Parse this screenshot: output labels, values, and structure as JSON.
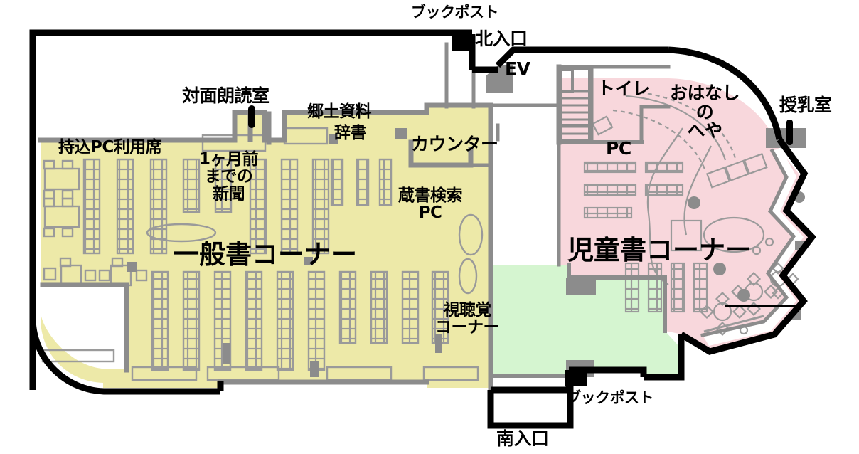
{
  "plan": {
    "title": "図書館フロアマップ",
    "colors": {
      "general_area": "#ede9a8",
      "children_area": "#f8d7dc",
      "av_area": "#d5f5d0",
      "wall_outer": "#000000",
      "wall_inner": "#8c8c8c",
      "fixture_stroke": "#9a9a9a",
      "marker": "#000000",
      "solid_gray": "#8c8c8c",
      "background": "#ffffff"
    }
  },
  "labels": {
    "book_post_north": "ブックポスト",
    "north_entrance": "北入口",
    "elevator": "EV",
    "toilet": "トイレ",
    "story_room": "おはなし\nの\nへや",
    "nursing_room": "授乳室",
    "reading_room": "対面朗読室",
    "local_materials": "郷土資料",
    "dictionaries": "辞書",
    "counter": "カウンター",
    "byo_pc_seats": "持込PC利用席",
    "newspaper": "1ヶ月前\nまでの\n新聞",
    "catalog_pc": "蔵書検索\nPC",
    "children_pc": "PC",
    "general_corner": "一般書コーナー",
    "children_corner": "児童書コーナー",
    "av_corner": "視聴覚\nコーナー",
    "book_post_south": "ブックポスト",
    "south_entrance": "南入口"
  }
}
